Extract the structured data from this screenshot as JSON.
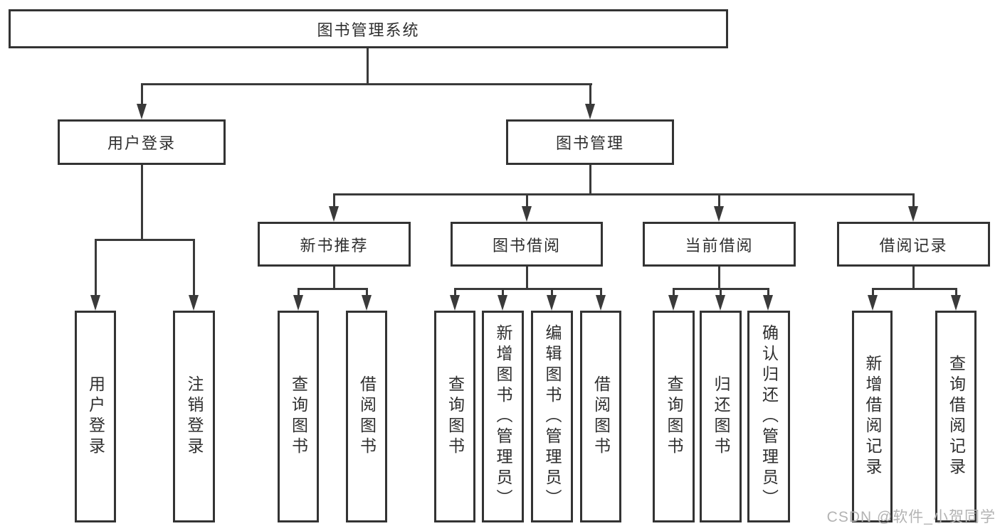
{
  "diagram": {
    "root": "图书管理系统",
    "level1": [
      {
        "label": "用户登录",
        "leaves": [
          "用户登录",
          "注销登录"
        ]
      },
      {
        "label": "图书管理",
        "sections": [
          {
            "label": "新书推荐",
            "leaves": [
              "查询图书",
              "借阅图书"
            ]
          },
          {
            "label": "图书借阅",
            "leaves": [
              "查询图书",
              "新增图书（管理员）",
              "编辑图书（管理员）",
              "借阅图书"
            ]
          },
          {
            "label": "当前借阅",
            "leaves": [
              "查询图书",
              "归还图书",
              "确认归还（管理员）"
            ]
          },
          {
            "label": "借阅记录",
            "leaves": [
              "新增借阅记录",
              "查询借阅记录"
            ]
          }
        ]
      }
    ]
  },
  "watermark": "CSDN @软件_小贺同学",
  "colors": {
    "line": "#3a3a3a",
    "border": "#333333",
    "text": "#2f2f2f",
    "watermark": "#b3b3b3",
    "background": "#ffffff"
  }
}
